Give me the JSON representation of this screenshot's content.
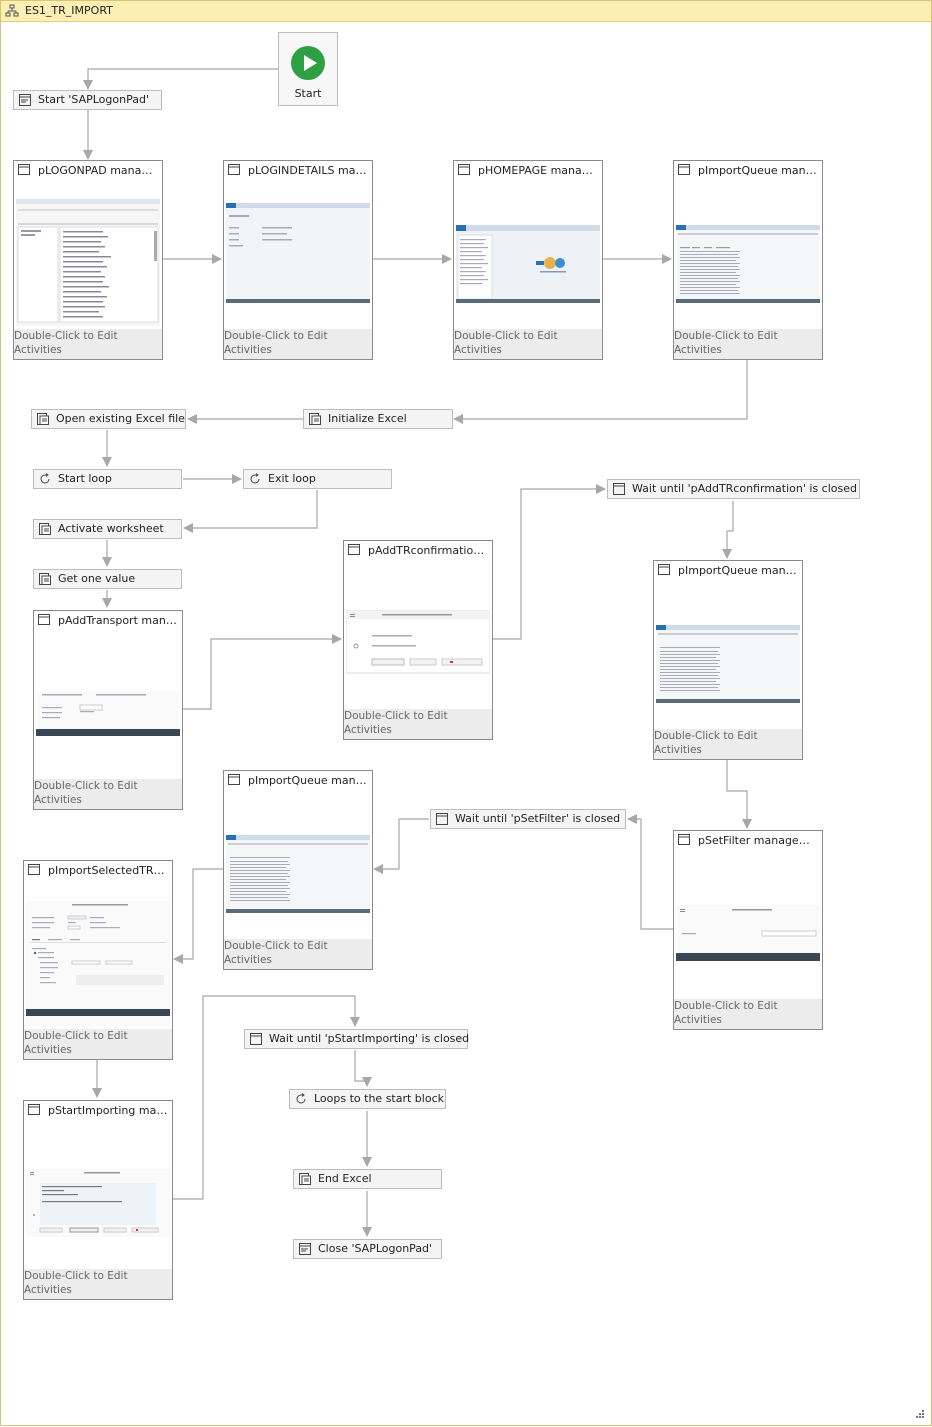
{
  "window": {
    "title": "ES1_TR_IMPORT"
  },
  "start": {
    "label": "Start"
  },
  "activities": {
    "start_logon": "Start 'SAPLogonPad'",
    "open_excel": "Open existing Excel file",
    "init_excel": "Initialize Excel",
    "start_loop": "Start loop",
    "exit_loop": "Exit loop",
    "activate_ws": "Activate worksheet",
    "get_value": "Get one value",
    "wait_addtr": "Wait until 'pAddTRconfirmation' is closed",
    "wait_setfilter": "Wait until 'pSetFilter' is closed",
    "wait_startimp": "Wait until 'pStartImporting' is closed",
    "loops_back": "Loops to the start block",
    "end_excel": "End Excel",
    "close_logon": "Close 'SAPLogonPad'"
  },
  "windows": {
    "footer": "Double-Click to Edit Activities",
    "logonpad": "pLOGONPAD manag…",
    "logindetails": "pLOGINDETAILS ma…",
    "homepage": "pHOMEPAGE manag…",
    "importqueue": "pImportQueue mana…",
    "addtransport": "pAddTransport man…",
    "addtrconfirm": "pAddTRconfirmatio…",
    "importqueue2": "pImportQueue mana…",
    "importqueue3": "pImportQueue mana…",
    "setfilter": "pSetFilter managem…",
    "importselected": "pImportSelectedTR…",
    "startimporting": "pStartImporting man…"
  },
  "colors": {
    "title_bar": "#fcefb4",
    "start_green": "#2ea043",
    "wire": "#a8a8a8",
    "sap_blue": "#2a6fb0"
  },
  "icons": {
    "tree": "hierarchy-icon",
    "play": "play-icon",
    "window": "window-icon",
    "excel": "excel-icon",
    "loop": "loop-icon"
  }
}
